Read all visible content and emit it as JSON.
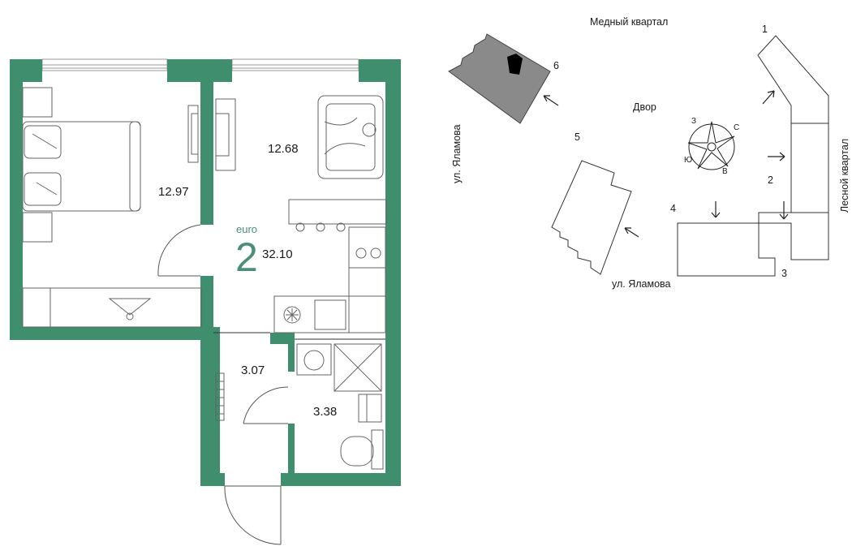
{
  "apartment": {
    "type_word": "euro",
    "rooms": "2",
    "total_area": "32.10",
    "rooms_list": [
      {
        "id": "bedroom",
        "area": "12.97"
      },
      {
        "id": "living-kitchen",
        "area": "12.68"
      },
      {
        "id": "hallway",
        "area": "3.07"
      },
      {
        "id": "bathroom",
        "area": "3.38"
      }
    ]
  },
  "site_plan": {
    "streets": {
      "top": "Медный квартал",
      "left": "ул. Яламова",
      "bottom": "ул. Яламова",
      "right": "Лесной квартал"
    },
    "courtyard": "Двор",
    "building_numbers": [
      "1",
      "2",
      "3",
      "4",
      "5",
      "6"
    ],
    "compass": {
      "n": "С",
      "s": "Ю",
      "e": "В",
      "w": "З"
    }
  },
  "colors": {
    "wall": "#3f8f6f",
    "accent_text": "#4a8f76",
    "line": "#333333",
    "building_fill": "#8a8a8a"
  }
}
